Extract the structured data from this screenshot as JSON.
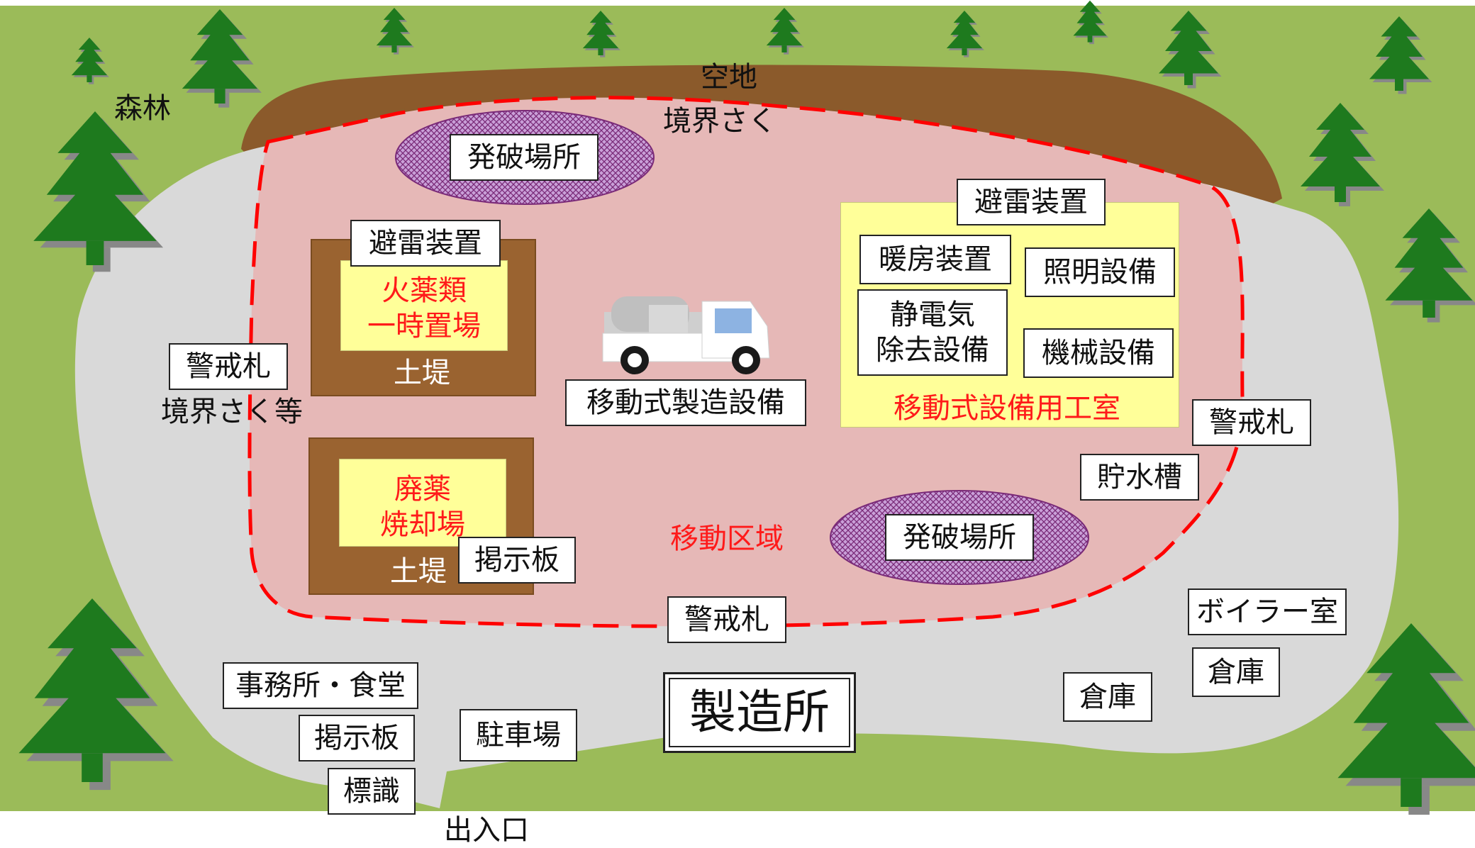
{
  "background": {
    "ground_color": "#9bbb59",
    "site_color": "#d9d9d9",
    "zone_color": "#e6b8b7",
    "zone_border_color": "#ff0000",
    "embankment_color": "#9a6330",
    "vacant_color": "#8b5a2b",
    "tree_color": "#1e7a1e"
  },
  "labels": {
    "forest": "森林",
    "vacant_land": "空地",
    "boundary_fence_top": "境界さく",
    "boundary_fence_etc": "境界さく等",
    "entrance": "出入口",
    "movement_area": "移動区域",
    "factory_title": "製造所"
  },
  "facilities": {
    "blast_site_1": "発破場所",
    "blast_site_2": "発破場所",
    "lightning_rod_1": "避雷装置",
    "lightning_rod_2": "避雷装置",
    "explosives_storage_line1": "火薬類",
    "explosives_storage_line2": "一時置場",
    "embankment_1": "土堤",
    "embankment_2": "土堤",
    "waste_incinerator_line1": "廃薬",
    "waste_incinerator_line2": "焼却場",
    "bulletin_board_1": "掲示板",
    "bulletin_board_2": "掲示板",
    "warning_sign_1": "警戒札",
    "warning_sign_2": "警戒札",
    "warning_sign_3": "警戒札",
    "mobile_manufacturing": "移動式製造設備",
    "heating": "暖房装置",
    "lighting": "照明設備",
    "static_line1": "静電気",
    "static_line2": "除去設備",
    "machinery": "機械設備",
    "mobile_room": "移動式設備用工室",
    "water_tank": "貯水槽",
    "boiler_room": "ボイラー室",
    "warehouse_1": "倉庫",
    "warehouse_2": "倉庫",
    "office_cafeteria": "事務所・食堂",
    "parking": "駐車場",
    "signage": "標識"
  }
}
